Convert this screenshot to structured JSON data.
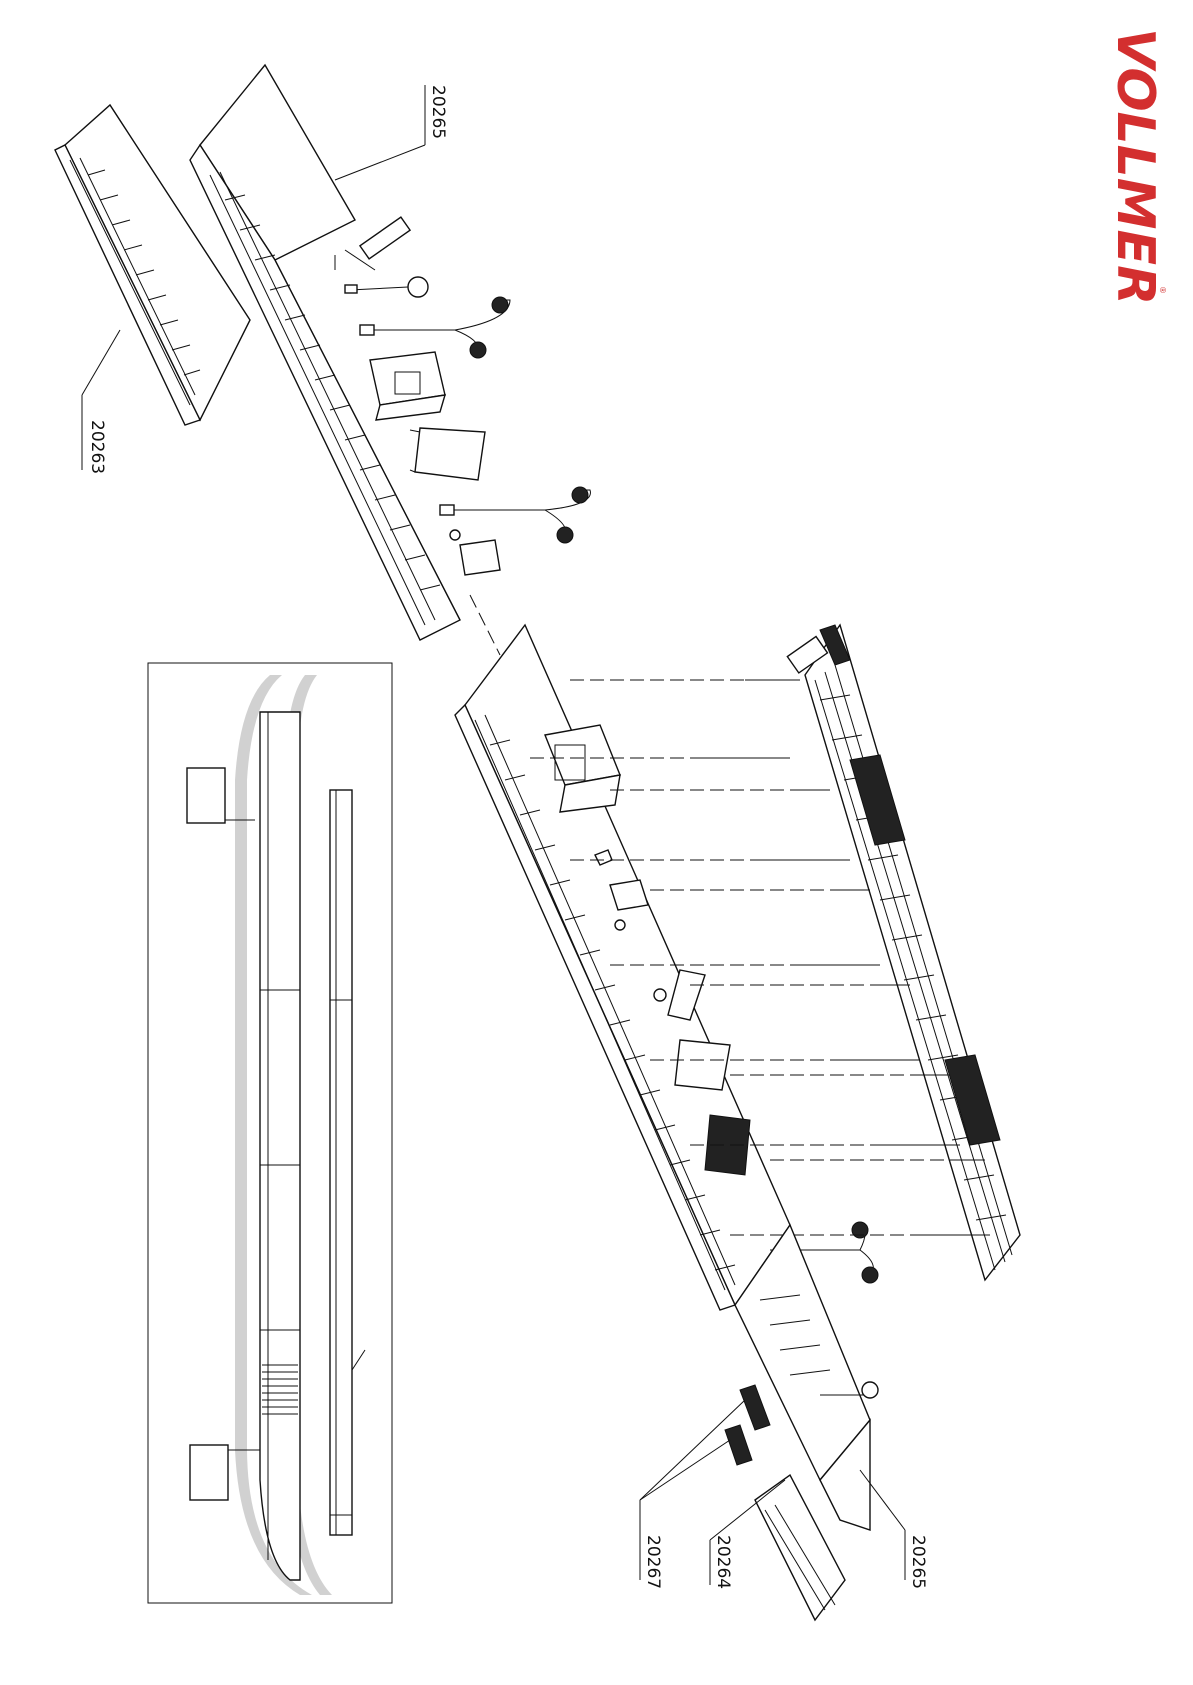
{
  "brand": {
    "logo_text": "VOLLMER",
    "logo_color": "#d32f2f",
    "registered_mark": "®"
  },
  "part_numbers": {
    "top_left": "20263",
    "top_right": "20265",
    "bottom_1": "20267",
    "bottom_2": "20264",
    "bottom_3": "20265"
  }
}
